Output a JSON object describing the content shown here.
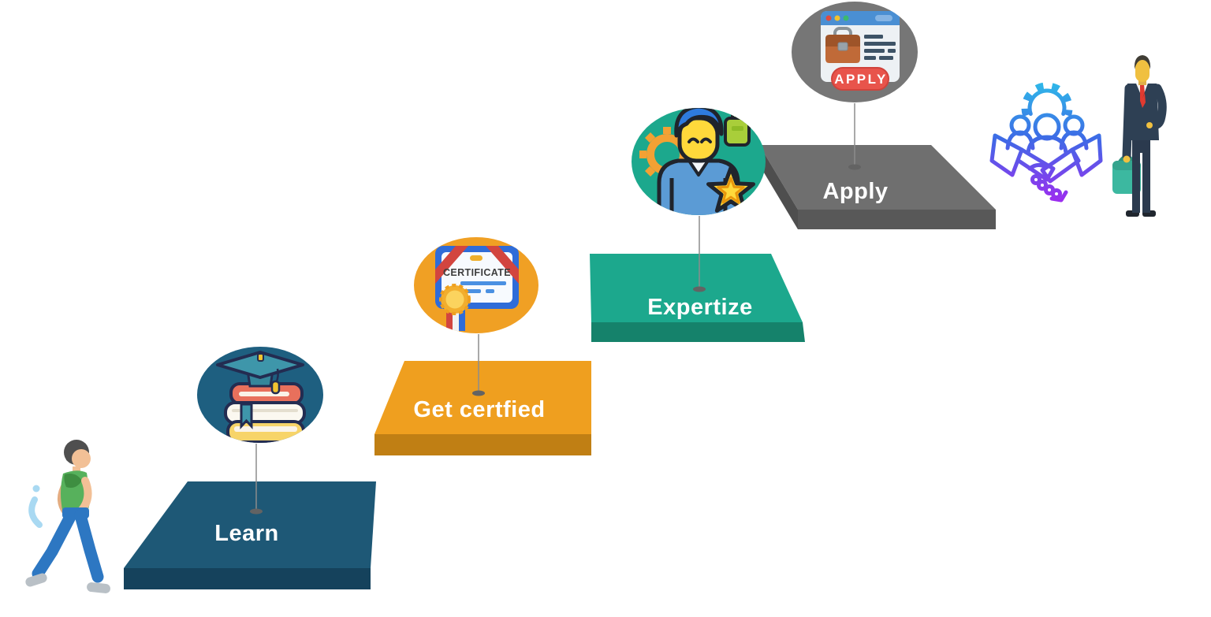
{
  "diagram": {
    "kind": "staircase-career-infographic",
    "background_color": "#FFFFFF",
    "label_text_color": "#FFFFFF",
    "connector_color": "#8C8C8C"
  },
  "steps": [
    {
      "label": "Learn",
      "icon": "graduation-cap-books-icon",
      "plate_top_color": "#1E5876",
      "plate_side_color": "#15425C",
      "ellipse_color": "#1E5F80"
    },
    {
      "label": "Get certfied",
      "icon": "certificate-icon",
      "plate_top_color": "#EF9F1F",
      "plate_side_color": "#C07F14",
      "ellipse_color": "#F0A024"
    },
    {
      "label": "Expertize",
      "icon": "expert-person-star-icon",
      "plate_top_color": "#1CA88D",
      "plate_side_color": "#15826B",
      "ellipse_color": "#1CA88D"
    },
    {
      "label": "Apply",
      "icon": "job-application-browser-icon",
      "plate_top_color": "#6F6F6F",
      "plate_side_color": "#585858",
      "ellipse_color": "#767676"
    }
  ],
  "icon_texts": {
    "certificate_title": "CERTIFICATE",
    "apply_button": "APPLY"
  },
  "decorations": {
    "left_figure": "walking-person-illustration",
    "top_right_icon": "teamwork-handshake-icon",
    "right_figure": "businessman-illustration",
    "handshake_gradient_top": "#2FB9E8",
    "handshake_gradient_bottom": "#A428F0"
  }
}
